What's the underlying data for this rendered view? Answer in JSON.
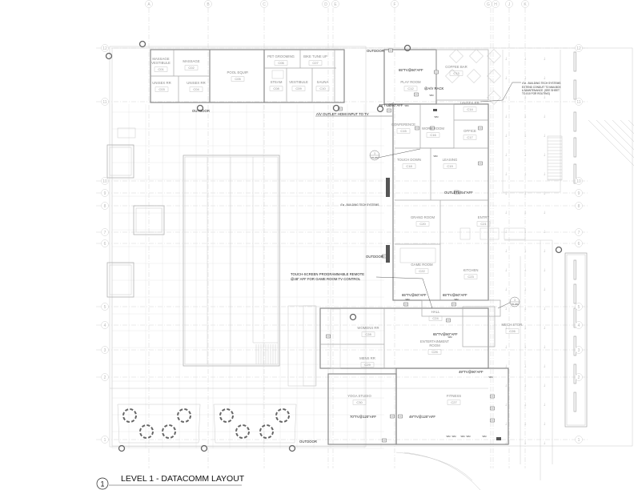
{
  "drawing": {
    "title": "LEVEL 1 - DATACOMM LAYOUT",
    "view_number": "1",
    "grid_columns": [
      "A",
      "B",
      "C",
      "D",
      "E",
      "F",
      "G",
      "H",
      "J",
      "K"
    ],
    "grid_rows": [
      "12",
      "11",
      "10",
      "9",
      "8",
      "7",
      "6",
      "5",
      "4",
      "3",
      "2",
      "1"
    ]
  },
  "rooms": [
    {
      "name": "MASSAGE",
      "name2": "VESTIBULE",
      "number": "C01"
    },
    {
      "name": "MASSAGE",
      "number": "C02"
    },
    {
      "name": "UNISEX RR",
      "number": "C03"
    },
    {
      "name": "UNISEX RR",
      "number": "C04"
    },
    {
      "name": "POOL EQUIP.",
      "number": "C05"
    },
    {
      "name": "PET GROOMING",
      "number": "C06"
    },
    {
      "name": "BIKE TUNE UP",
      "number": "C07"
    },
    {
      "name": "STEAM",
      "number": "C08"
    },
    {
      "name": "VESTIBULE",
      "number": "C09"
    },
    {
      "name": "SAUNA",
      "number": "C10"
    },
    {
      "name": "PLAY ROOM",
      "number": "C12"
    },
    {
      "name": "COFFEE BAR",
      "number": "C13"
    },
    {
      "name": "UNISEX RR",
      "number": "C14"
    },
    {
      "name": "CONFERENCE",
      "number": "C15"
    },
    {
      "name": "WORK ROOM",
      "number": "C16"
    },
    {
      "name": "OFFICE",
      "number": "C17"
    },
    {
      "name": "TOUCH DOWN",
      "number": "C18"
    },
    {
      "name": "LEASING",
      "number": "C19"
    },
    {
      "name": "GRAND ROOM",
      "number": "C20"
    },
    {
      "name": "ENTRY",
      "number": "C21"
    },
    {
      "name": "GAME ROOM",
      "number": "C22"
    },
    {
      "name": "KITCHEN",
      "number": "C23"
    },
    {
      "name": "HALL",
      "number": "C24"
    },
    {
      "name": "ENTERTAINMENT",
      "name2": "ROOM",
      "number": "C25"
    },
    {
      "name": "MECH STOR.",
      "number": "C26"
    },
    {
      "name": "FITNESS",
      "number": "C27"
    },
    {
      "name": "WOMENS RR",
      "number": "C28"
    },
    {
      "name": "MENS RR",
      "number": "C29"
    },
    {
      "name": "YOGA STUDIO",
      "number": "C30"
    }
  ],
  "annotations": [
    "OUTDOOR",
    "OUTDOOR",
    "OUTDOOR",
    "OUTDOOR",
    "65\"TV@60\"AFF",
    "@A/V RACK",
    "49\"TV@60\"AFF",
    "A/V OUTLET: HDMI INPUT TO TV",
    "OUTLET@54\"AFF",
    "4\"ø - BUILDING TECH SYSTEMS",
    "TOUCH-SCREEN PROGRAMMABLE REMOTE",
    "@48\" AFF FOR GAME ROOM TV CONTROL",
    "65\"TV@60\"AFF",
    "65\"TV@60\"AFF",
    "65\"TV@60\"AFF",
    "49\"TV@90\"AFF",
    "70\"TV@120\"AFF",
    "49\"TV@120\"AFF"
  ],
  "tech_note": {
    "lines": [
      "4\"ø - BUILDING TECH SYSTEMS",
      "EXTEND CONDUIT TO MAILBOX",
      "& MAINTENANCE. (SEE SHEET",
      "TO-510 FOR ROUTING)"
    ]
  },
  "section_markers": [
    {
      "number": "1",
      "sheet": "TO-200"
    },
    {
      "number": "1",
      "sheet": "TO-200"
    }
  ],
  "wall_mount_label": "WM",
  "colors": {
    "walls": "#8a8a8a",
    "grid": "#d4d4d4",
    "text": "#222222"
  }
}
